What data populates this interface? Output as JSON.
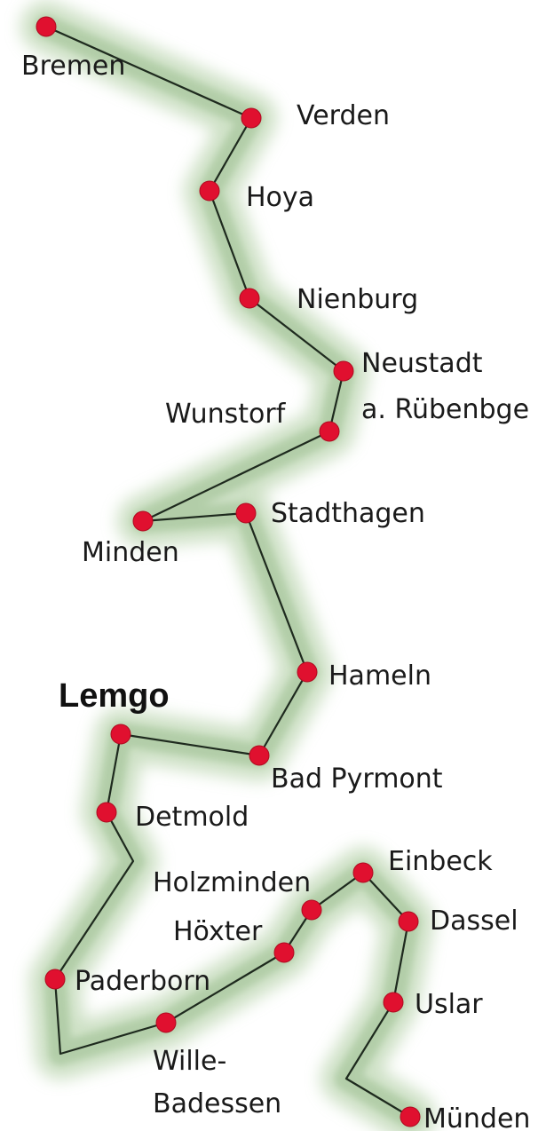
{
  "colors": {
    "route_glow": "#b9d4ad",
    "route_line": "#1e2a1e",
    "city_dot": "#e0102f",
    "label": "#1a1a1a"
  },
  "cities": [
    {
      "id": "bremen",
      "name": "Bremen"
    },
    {
      "id": "verden",
      "name": "Verden"
    },
    {
      "id": "hoya",
      "name": "Hoya"
    },
    {
      "id": "nienburg",
      "name": "Nienburg"
    },
    {
      "id": "neustadt",
      "name": "Neustadt",
      "name_line2": "a. Rübenbge"
    },
    {
      "id": "wunstorf",
      "name": "Wunstorf"
    },
    {
      "id": "minden",
      "name": "Minden"
    },
    {
      "id": "stadthagen",
      "name": "Stadthagen"
    },
    {
      "id": "hameln",
      "name": "Hameln"
    },
    {
      "id": "bad-pyrmont",
      "name": "Bad Pyrmont"
    },
    {
      "id": "lemgo",
      "name": "Lemgo",
      "highlight": true
    },
    {
      "id": "detmold",
      "name": "Detmold"
    },
    {
      "id": "paderborn",
      "name": "Paderborn"
    },
    {
      "id": "wille-badessen",
      "name": "Wille-",
      "name_line2": "Badessen"
    },
    {
      "id": "hoexter",
      "name": "Höxter"
    },
    {
      "id": "holzminden",
      "name": "Holzminden"
    },
    {
      "id": "einbeck",
      "name": "Einbeck"
    },
    {
      "id": "dassel",
      "name": "Dassel"
    },
    {
      "id": "uslar",
      "name": "Uslar"
    },
    {
      "id": "muenden",
      "name": "Münden"
    }
  ]
}
